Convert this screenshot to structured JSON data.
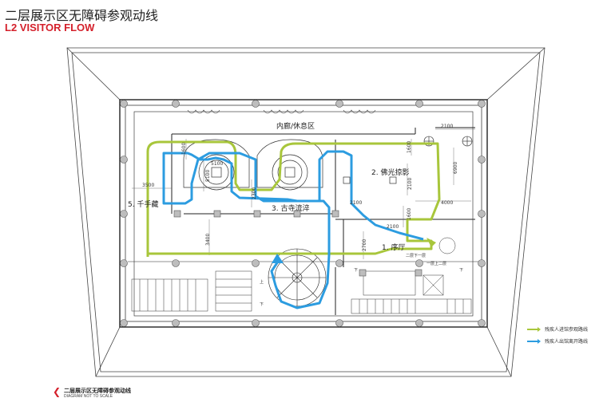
{
  "title_cn": "二层展示区无障碍参观动线",
  "title_en": "L2 VISITOR FLOW",
  "rooms": {
    "corridor": "内廊/休息区",
    "buddha": "2. 佛光掠影",
    "temple": "3. 古寺流淬",
    "thousand": "5. 千手藏",
    "hall": "1. 序厅"
  },
  "dimensions": [
    "2100",
    "1600",
    "1600",
    "5100",
    "5100",
    "2300",
    "2100",
    "6900",
    "3500",
    "4000",
    "2100",
    "1600",
    "2100",
    "3400",
    "2700"
  ],
  "stair_marks": {
    "down1": "下",
    "up1": "上",
    "down2": "下",
    "down3": "下"
  },
  "elevator_labels": [
    "二层下一层",
    "一层上二层"
  ],
  "colors": {
    "entry": "#a8c63b",
    "exit": "#2c9ce0",
    "accent": "#d4202b"
  },
  "legend": [
    {
      "label": "残疾人进馆参观路线",
      "color": "#a8c63b"
    },
    {
      "label": "残疾人出馆离开路线",
      "color": "#2c9ce0"
    }
  ],
  "footer": {
    "chevron": "❮",
    "cn": "二层展示区无障碍参观动线",
    "en": "DIAGRAM NOT TO SCALE"
  }
}
